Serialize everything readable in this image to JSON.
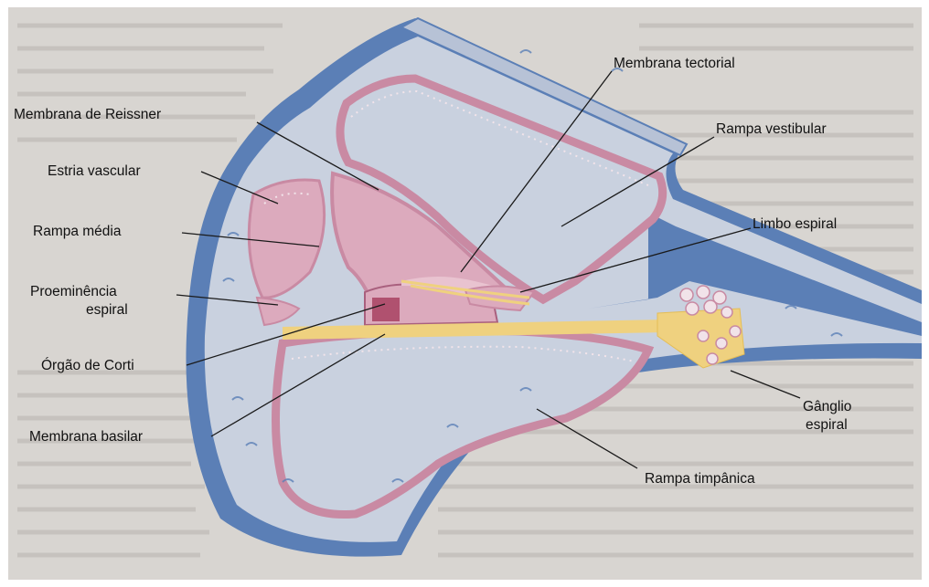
{
  "figure": {
    "labels": {
      "membrana_tectorial": "Membrana tectorial",
      "membrana_reissner": "Membrana de Reissner",
      "rampa_vestibular": "Rampa vestibular",
      "estria_vascular": "Estria vascular",
      "limbo_espiral": "Limbo espiral",
      "rampa_media": "Rampa média",
      "proeminencia_espiral_1": "Proeminência",
      "proeminencia_espiral_2": "espiral",
      "orgao_corti": "Órgão de Corti",
      "ganglio_espiral_1": "Gânglio",
      "ganglio_espiral_2": "espiral",
      "membrana_basilar": "Membrana basilar",
      "rampa_timpanica": "Rampa timpânica"
    }
  },
  "colors": {
    "bone_blue": "#5b7fb6",
    "bone_light": "#c9d1df",
    "tissue_pink": "#dcaabd",
    "cell_pink": "#c98aa3",
    "nerve_yellow": "#efd17f",
    "background_page": "#d6d3cf"
  }
}
